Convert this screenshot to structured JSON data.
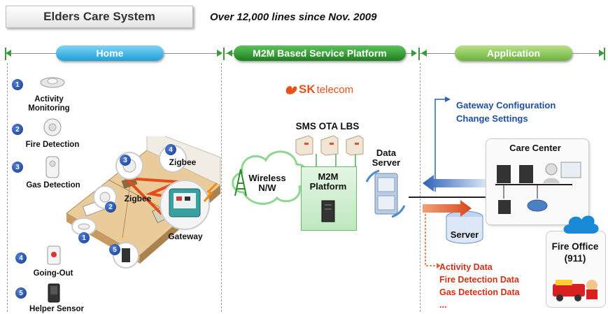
{
  "header": {
    "title": "Elders Care System",
    "subtitle": "Over 12,000 lines since Nov. 2009"
  },
  "sections": {
    "home": "Home",
    "platform": "M2M Based Service Platform",
    "application": "Application"
  },
  "home": {
    "devices": [
      {
        "num": "1",
        "label": "Activity\nMonitoring"
      },
      {
        "num": "2",
        "label": "Fire Detection"
      },
      {
        "num": "3",
        "label": "Gas Detection"
      },
      {
        "num": "4",
        "label": "Going-Out"
      },
      {
        "num": "5",
        "label": "Helper Sensor"
      }
    ],
    "house_markers": [
      "1",
      "2",
      "3",
      "4",
      "5"
    ],
    "zigbee_top": "Zigbee",
    "zigbee_mid": "Zigbee",
    "gateway": "Gateway"
  },
  "platform": {
    "logo_sk": "SK",
    "logo_telecom": "telecom",
    "services": "SMS OTA LBS",
    "wireless": "Wireless\nN/W",
    "m2m": "M2M\nPlatform",
    "data_server": "Data\nServer"
  },
  "application": {
    "config_lines": [
      "Gateway Configuration",
      "Change Settings"
    ],
    "care_center": "Care Center",
    "server": "Server",
    "fire_office": "Fire Office\n(911)",
    "data_lines": [
      "Activity Data",
      "Fire Detection Data",
      "Gas Detection Data",
      "..."
    ]
  },
  "colors": {
    "home_accent": "#1fa0d8",
    "platform_accent": "#1d7f1d",
    "app_accent": "#6cb33a",
    "config_text": "#1f4fa0",
    "data_text": "#d62f14"
  }
}
